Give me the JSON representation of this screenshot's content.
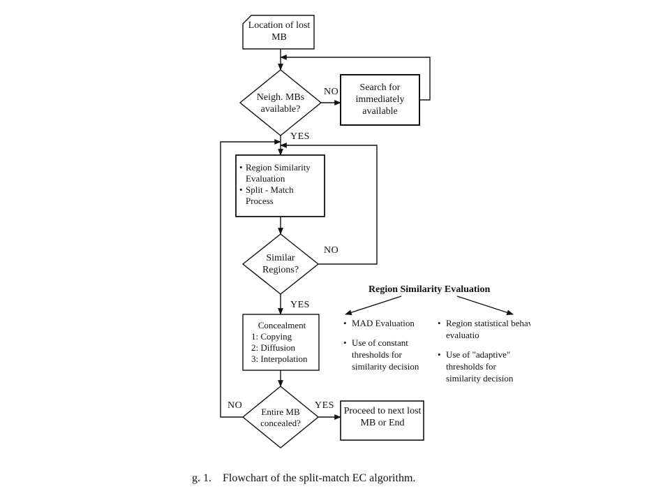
{
  "diagram": {
    "start": {
      "text": "Location of lost MB"
    },
    "decision_neighbors": {
      "text": "Neigh. MBs available?"
    },
    "search_box": {
      "text": "Search for immediately available"
    },
    "process_box": {
      "items": [
        "Region Similarity Evaluation",
        "Split - Match Process"
      ]
    },
    "decision_similar": {
      "text": "Similar Regions?"
    },
    "concealment_box": {
      "title": "Concealment",
      "steps": [
        "1: Copying",
        "2: Diffusion",
        "3: Interpolation"
      ]
    },
    "decision_entire": {
      "text": "Entire MB concealed?"
    },
    "end_box": {
      "text": "Proceed to next lost MB or End"
    },
    "labels": {
      "no_neighbors": "NO",
      "yes_neighbors": "YES",
      "no_similar": "NO",
      "yes_similar": "YES",
      "no_entire": "NO",
      "yes_entire": "YES"
    }
  },
  "similarity_panel": {
    "title": "Region Similarity Evaluation",
    "left_column": [
      "MAD Evaluation",
      "Use of constant thresholds for similarity decision"
    ],
    "right_column": [
      "Region statistical behaviour evaluatio",
      "Use of \"adaptive\" thresholds for similarity decision"
    ]
  },
  "caption": {
    "text": "g. 1.    Flowchart of the split-match EC algorithm."
  }
}
